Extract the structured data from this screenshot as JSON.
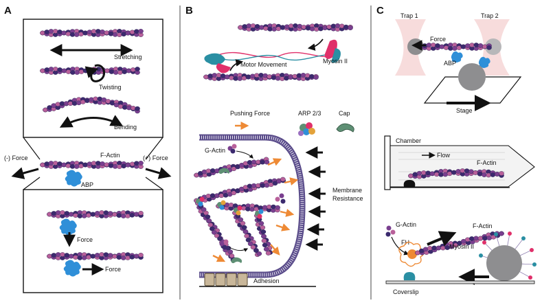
{
  "panels": {
    "a": {
      "letter": "A",
      "stretching": "Stretching",
      "twisting": "Twisting",
      "bending": "Bending",
      "neg_force": "(-) Force",
      "pos_force": "(+) Force",
      "factin": "F-Actin",
      "abp": "ABP",
      "force_down": "Force",
      "force_right": "Force"
    },
    "b": {
      "letter": "B",
      "motor_movement": "Motor Movement",
      "myosin": "Myosin II",
      "pushing_force": "Pushing Force",
      "arp": "ARP 2/3",
      "cap": "Cap",
      "gactin": "G-Actin",
      "membrane_1": "Membrane",
      "membrane_2": "Resistance",
      "adhesion": "Adhesion"
    },
    "c": {
      "letter": "C",
      "trap1": "Trap 1",
      "trap2": "Trap 2",
      "force": "Force",
      "abp": "ABP",
      "stage": "Stage",
      "chamber": "Chamber",
      "flow": "Flow",
      "factin": "F-Actin",
      "gactin": "G-Actin",
      "fh": "FH",
      "factin2": "F-Actin",
      "myosin": "Myosin II",
      "coverslip": "Coverslip"
    }
  },
  "colors": {
    "actin_dark": "#3b2a6e",
    "actin_mid": "#7a3f8f",
    "actin_pink": "#b8609a",
    "abp_blue": "#2f8fd8",
    "myosin_pink": "#e0306a",
    "myosin_teal": "#2a8fa3",
    "orange_arrow": "#ee8a35",
    "membrane": "#5a4c8a",
    "cap_green": "#5e8f74",
    "gray_bead": "#8e8e90"
  }
}
